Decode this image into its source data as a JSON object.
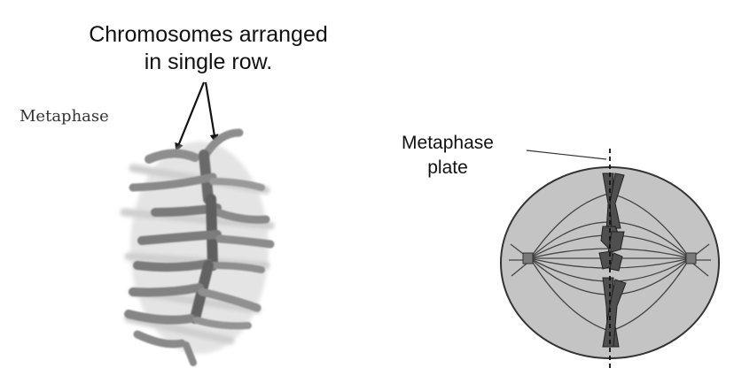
{
  "labels": {
    "chromosome_row_line1": "Chromosomes arranged",
    "chromosome_row_line2": "in single row.",
    "micrograph_stage": "Metaphase",
    "plate_line1": "Metaphase",
    "plate_line2": "plate"
  },
  "colors": {
    "text": "#111111",
    "chromosome_dark": "#555555",
    "chromosome_light": "#9a9a9a",
    "cell_fill": "#c4c4c4",
    "cell_outline": "#333333",
    "spindle": "#444444"
  }
}
